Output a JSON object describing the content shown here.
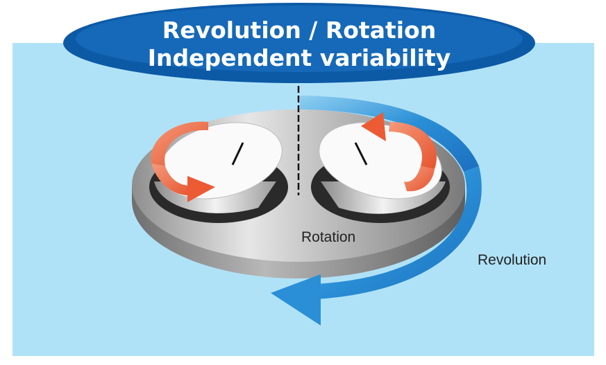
{
  "title": {
    "line1": "Revolution / Rotation",
    "line2": "Independent variability"
  },
  "labels": {
    "rotation": "Rotation",
    "revolution": "Revolution"
  },
  "colors": {
    "background_panel": "#b0e2f7",
    "title_ellipse": "#0c5aa6",
    "title_text": "#ffffff",
    "revolution_arrow": "#2a8fd6",
    "rotation_arrow": "#ee6a45",
    "platter": "#bdbdbd"
  },
  "icons": {
    "revolution": "curved-arrow-icon",
    "rotation": "circular-arrow-icon"
  }
}
